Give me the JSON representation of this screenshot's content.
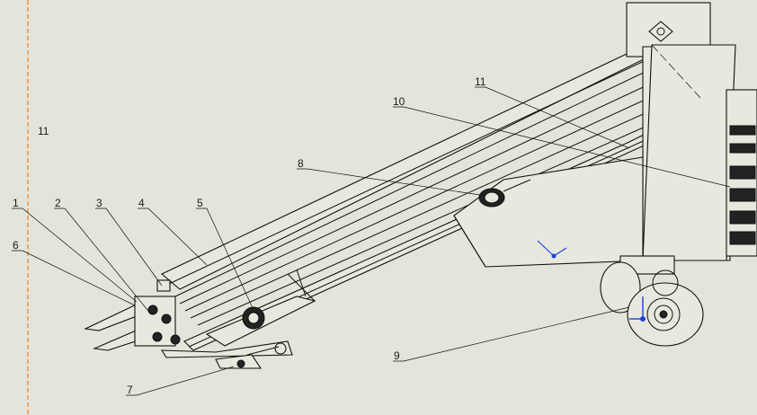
{
  "diagram": {
    "callouts": [
      {
        "id": "c1",
        "text": "1"
      },
      {
        "id": "c2",
        "text": "2"
      },
      {
        "id": "c3",
        "text": "3"
      },
      {
        "id": "c4",
        "text": "4"
      },
      {
        "id": "c5",
        "text": "5"
      },
      {
        "id": "c6",
        "text": "6"
      },
      {
        "id": "c7",
        "text": "7"
      },
      {
        "id": "c8",
        "text": "8"
      },
      {
        "id": "c9",
        "text": "9"
      },
      {
        "id": "c10",
        "text": "10"
      },
      {
        "id": "c11a",
        "text": "11"
      },
      {
        "id": "c11b",
        "text": "11"
      }
    ],
    "colors": {
      "background": "#e5e4da",
      "line": "#111111",
      "guide": "#e8822a",
      "axis_triad": "#1d43d8"
    }
  }
}
